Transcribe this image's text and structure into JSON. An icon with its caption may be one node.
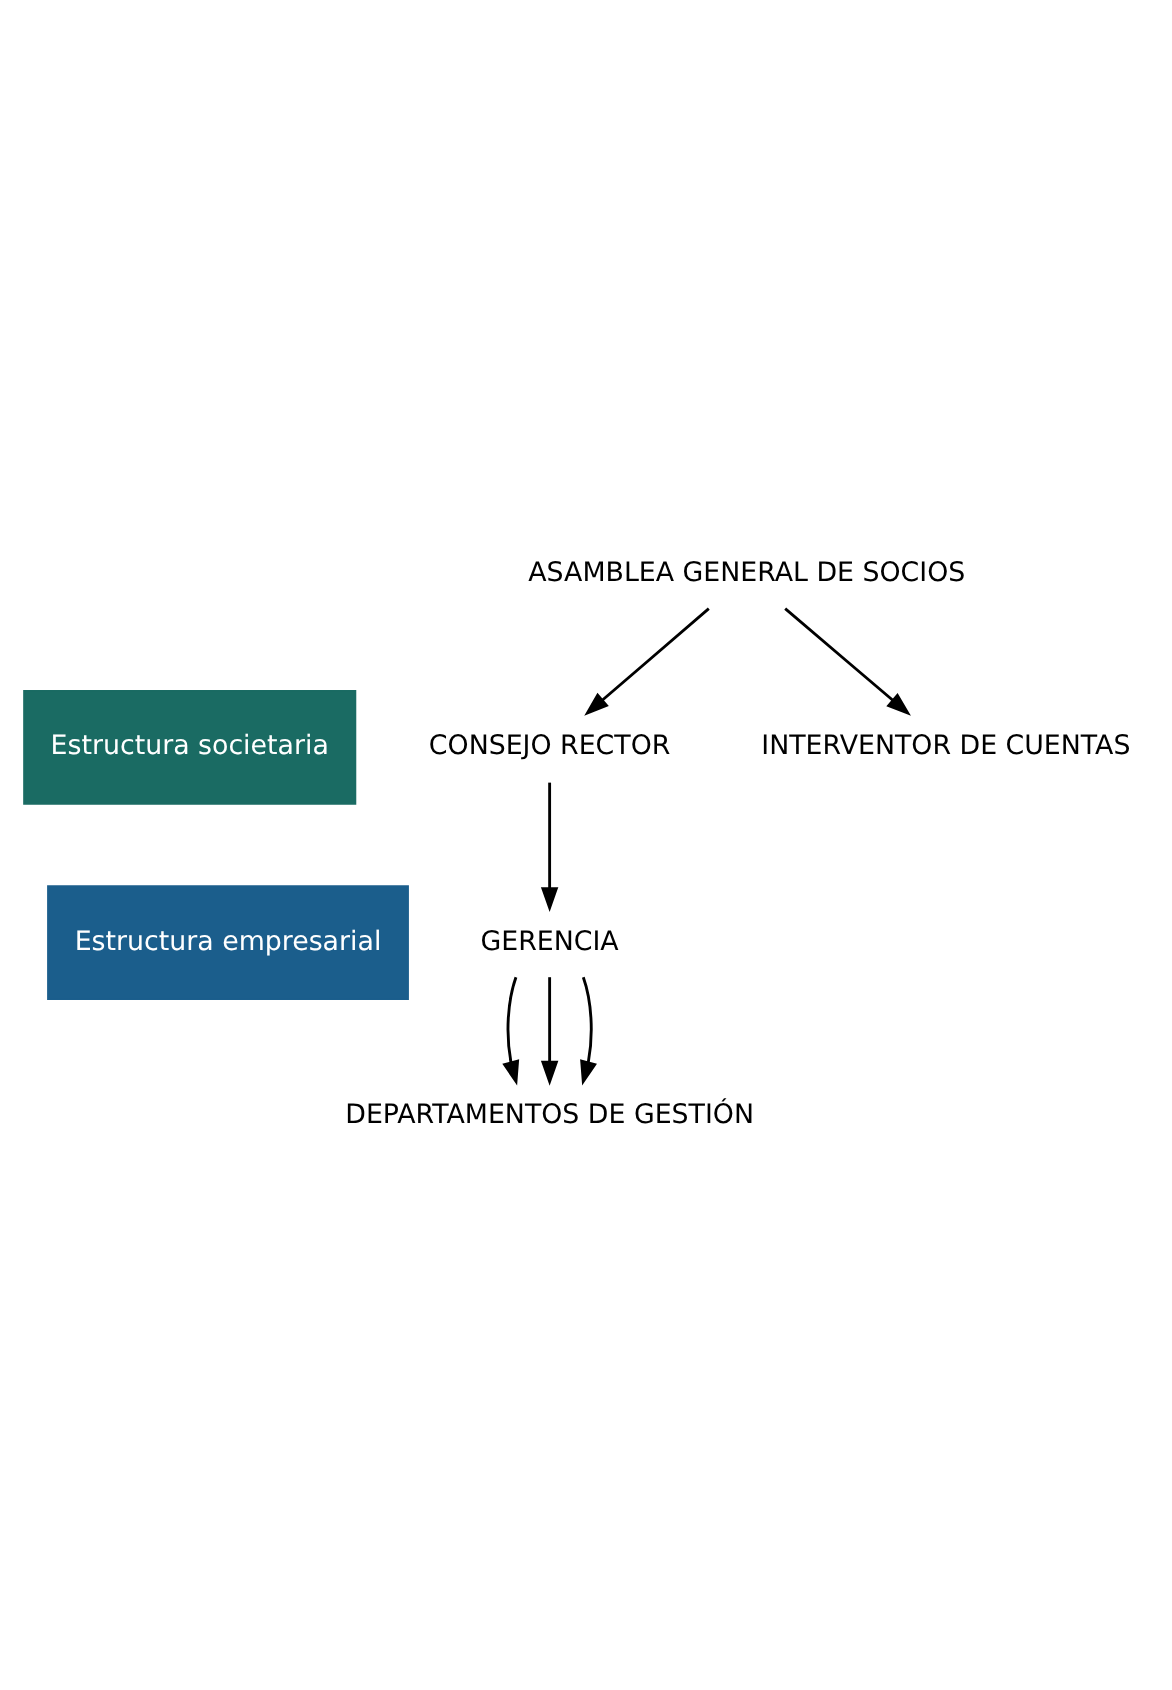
{
  "diagram": {
    "nodes": [
      {
        "text": [
          "Estructura societaria"
        ]
      },
      {
        "text": [
          "Estructura empresarial"
        ]
      },
      {
        "text": [
          "ASAMBLEA GENERAL DE SOCIOS"
        ]
      },
      {
        "text": [
          "CONSEJO RECTOR"
        ]
      },
      {
        "text": [
          "INTERVENTOR DE CUENTAS"
        ]
      },
      {
        "text": [
          "GERENCIA"
        ]
      },
      {
        "text": [
          "DEPARTAMENTOS DE GESTIÓN"
        ]
      }
    ],
    "edges": [
      {
        "from": 2,
        "to": 3,
        "arrow": "to"
      },
      {
        "from": 2,
        "to": 4,
        "arrow": "to"
      },
      {
        "from": 3,
        "to": 5,
        "arrow": "to"
      },
      {
        "from": 5,
        "to": 6,
        "arrow": "to"
      },
      {
        "from": 5,
        "to": 6,
        "arrow": "to"
      },
      {
        "from": 5,
        "to": 6,
        "arrow": "to"
      }
    ]
  }
}
